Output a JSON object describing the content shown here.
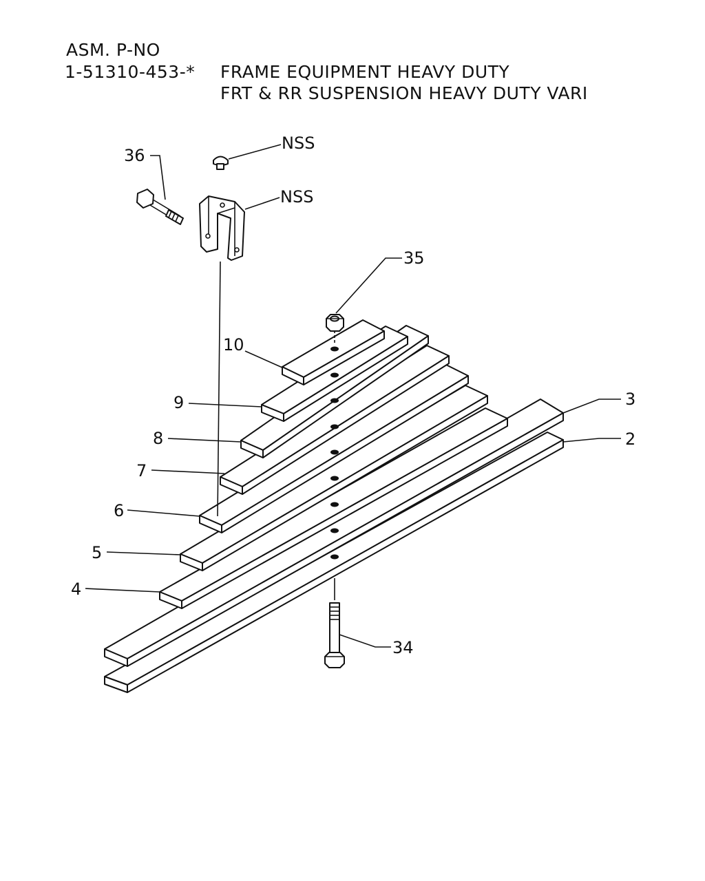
{
  "header": {
    "asm_label": "ASM. P-NO",
    "part_number": "1-51310-453-*",
    "title_line_1": "FRAME EQUIPMENT HEAVY DUTY",
    "title_line_2": "FRT & RR SUSPENSION HEAVY DUTY VARI"
  },
  "callouts": {
    "nss_top": "NSS",
    "nss_bracket": "NSS",
    "part_36": "36",
    "part_35": "35",
    "part_34": "34",
    "part_10": "10",
    "part_9": "9",
    "part_8": "8",
    "part_7": "7",
    "part_6": "6",
    "part_5": "5",
    "part_4": "4",
    "part_3": "3",
    "part_2": "2"
  }
}
